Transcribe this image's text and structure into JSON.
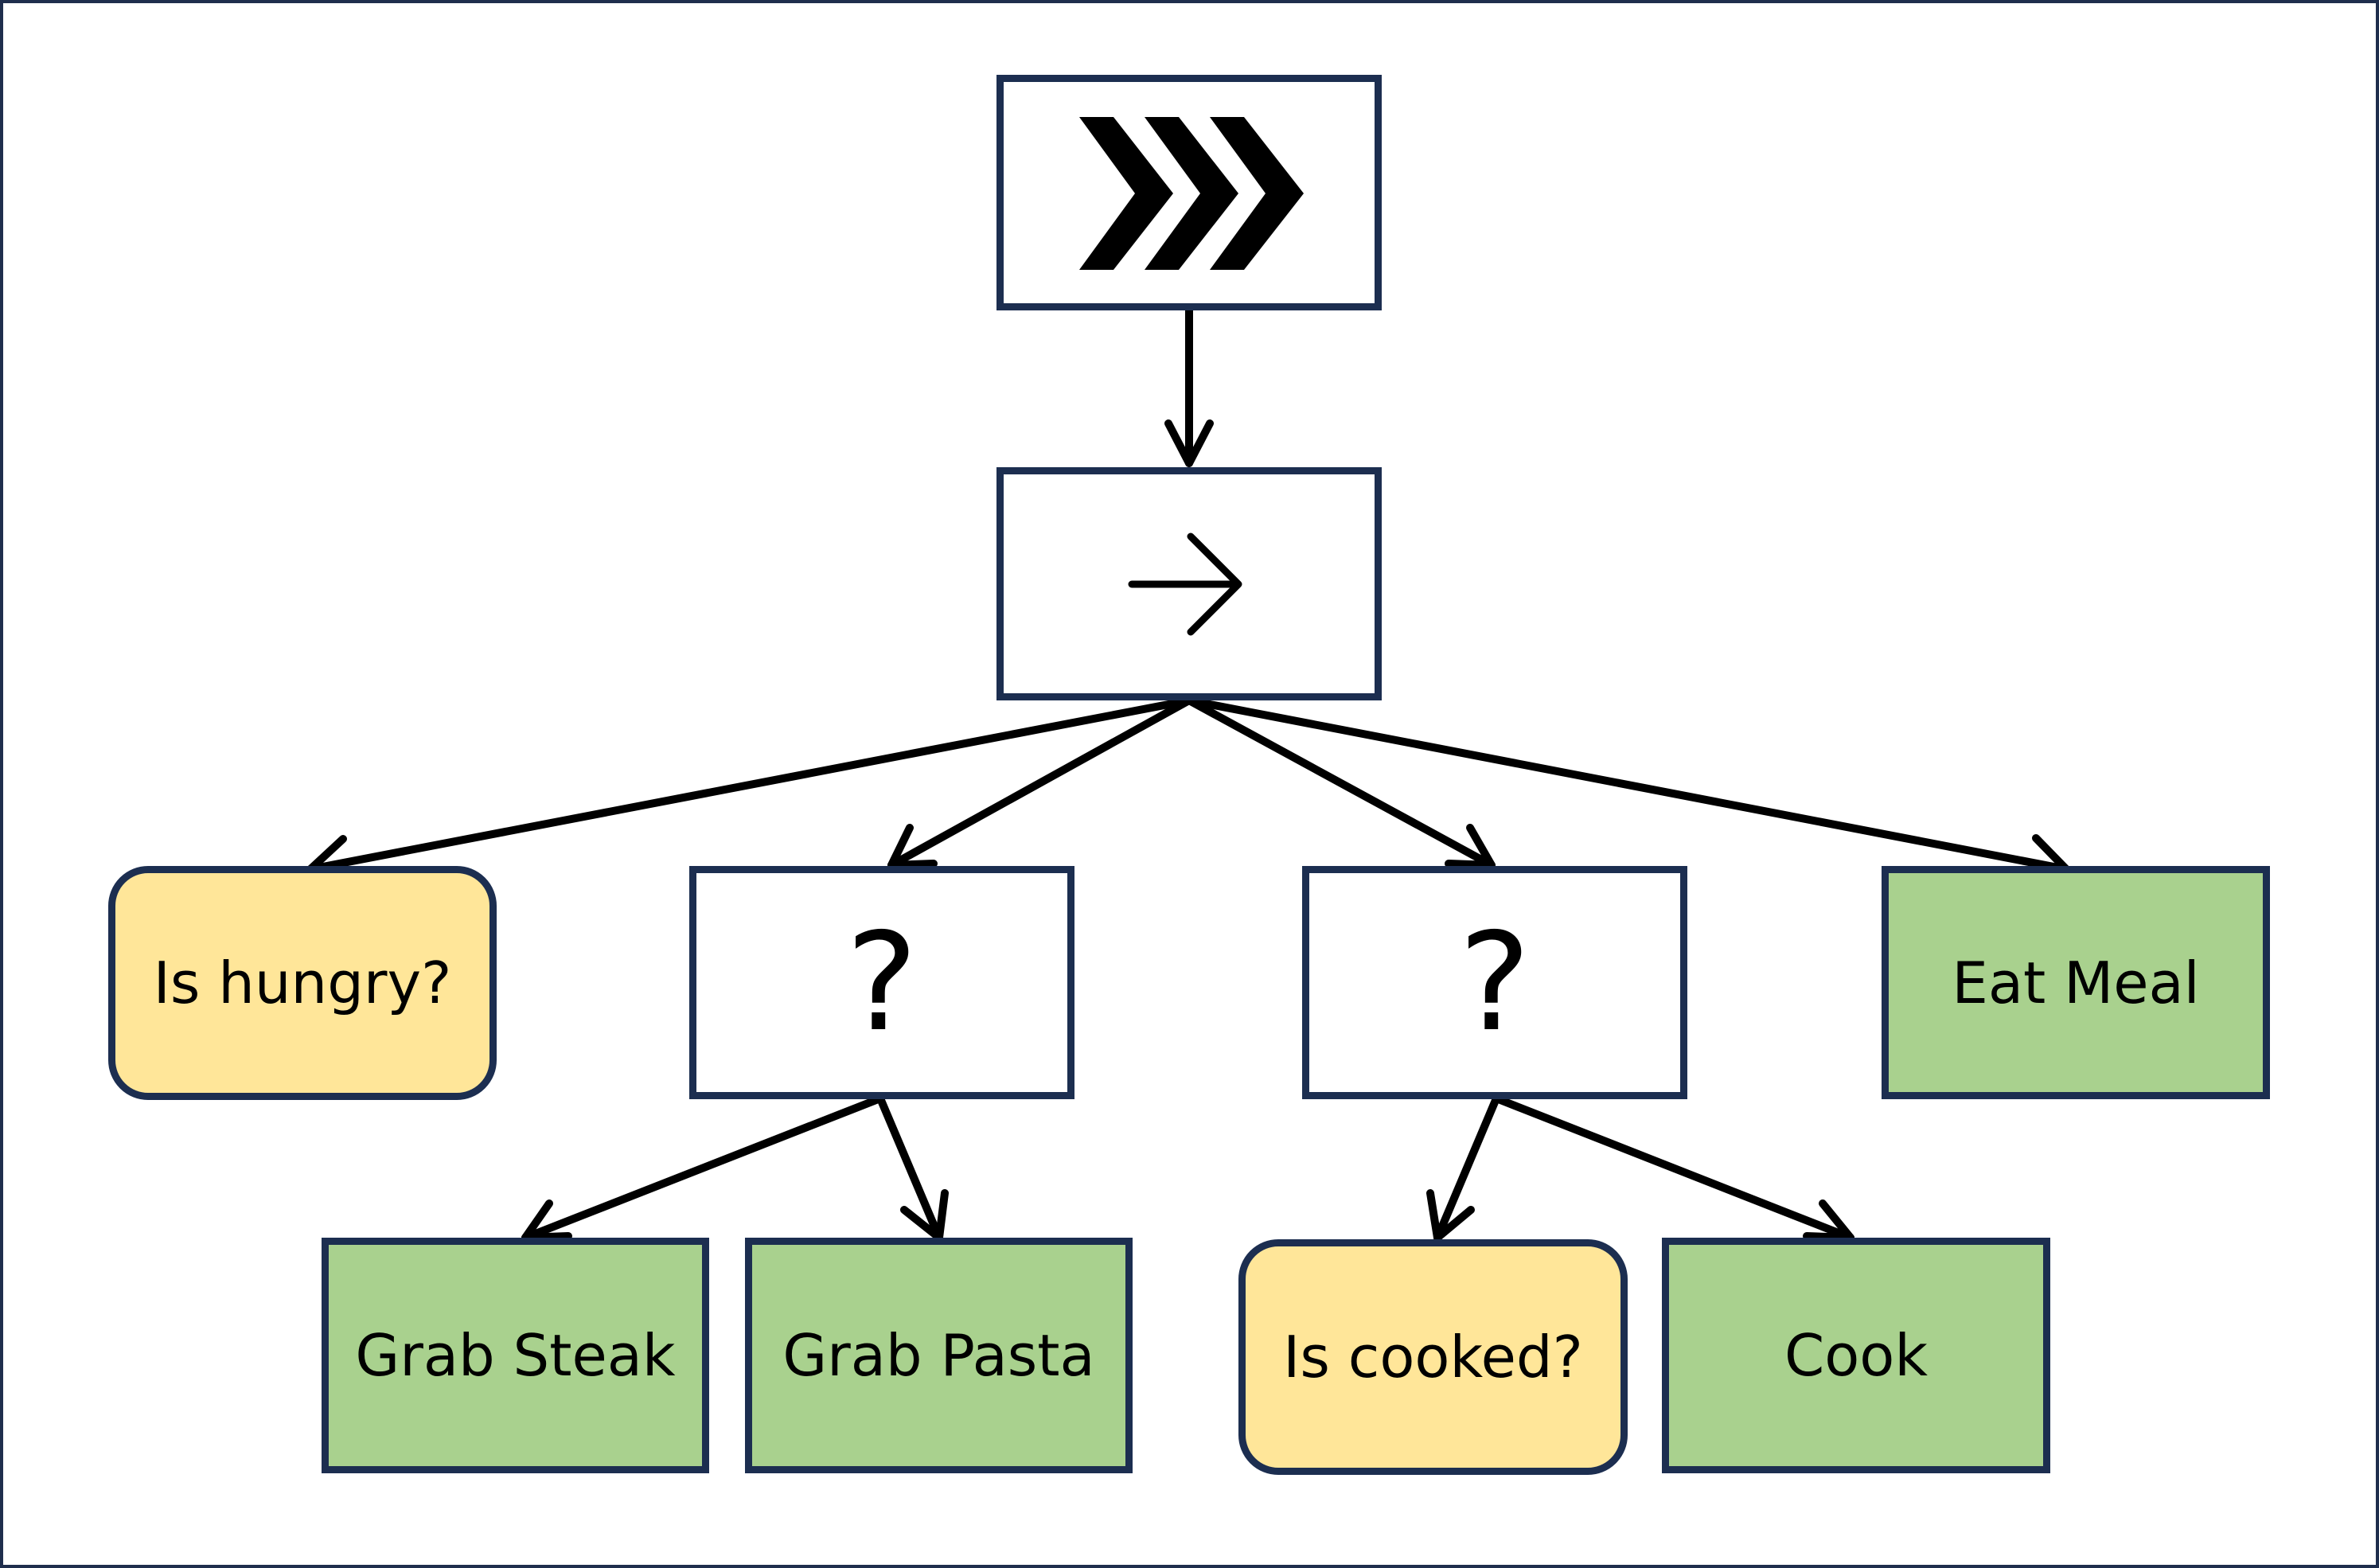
{
  "diagram": {
    "colors": {
      "border": "#1c2e50",
      "action_fill": "#a9d18e",
      "condition_fill": "#ffe699",
      "edge": "#000000"
    },
    "root": {
      "type": "repeater",
      "icon": "triple-chevron-icon"
    },
    "sequence": {
      "type": "sequence",
      "icon": "right-arrow-icon"
    },
    "selector_left": {
      "type": "selector",
      "label": "?"
    },
    "selector_right": {
      "type": "selector",
      "label": "?"
    },
    "is_hungry": {
      "type": "condition",
      "label": "Is hungry?"
    },
    "eat_meal": {
      "type": "action",
      "label": "Eat Meal"
    },
    "grab_steak": {
      "type": "action",
      "label": "Grab Steak"
    },
    "grab_pasta": {
      "type": "action",
      "label": "Grab Pasta"
    },
    "is_cooked": {
      "type": "condition",
      "label": "Is cooked?"
    },
    "cook": {
      "type": "action",
      "label": "Cook"
    }
  }
}
